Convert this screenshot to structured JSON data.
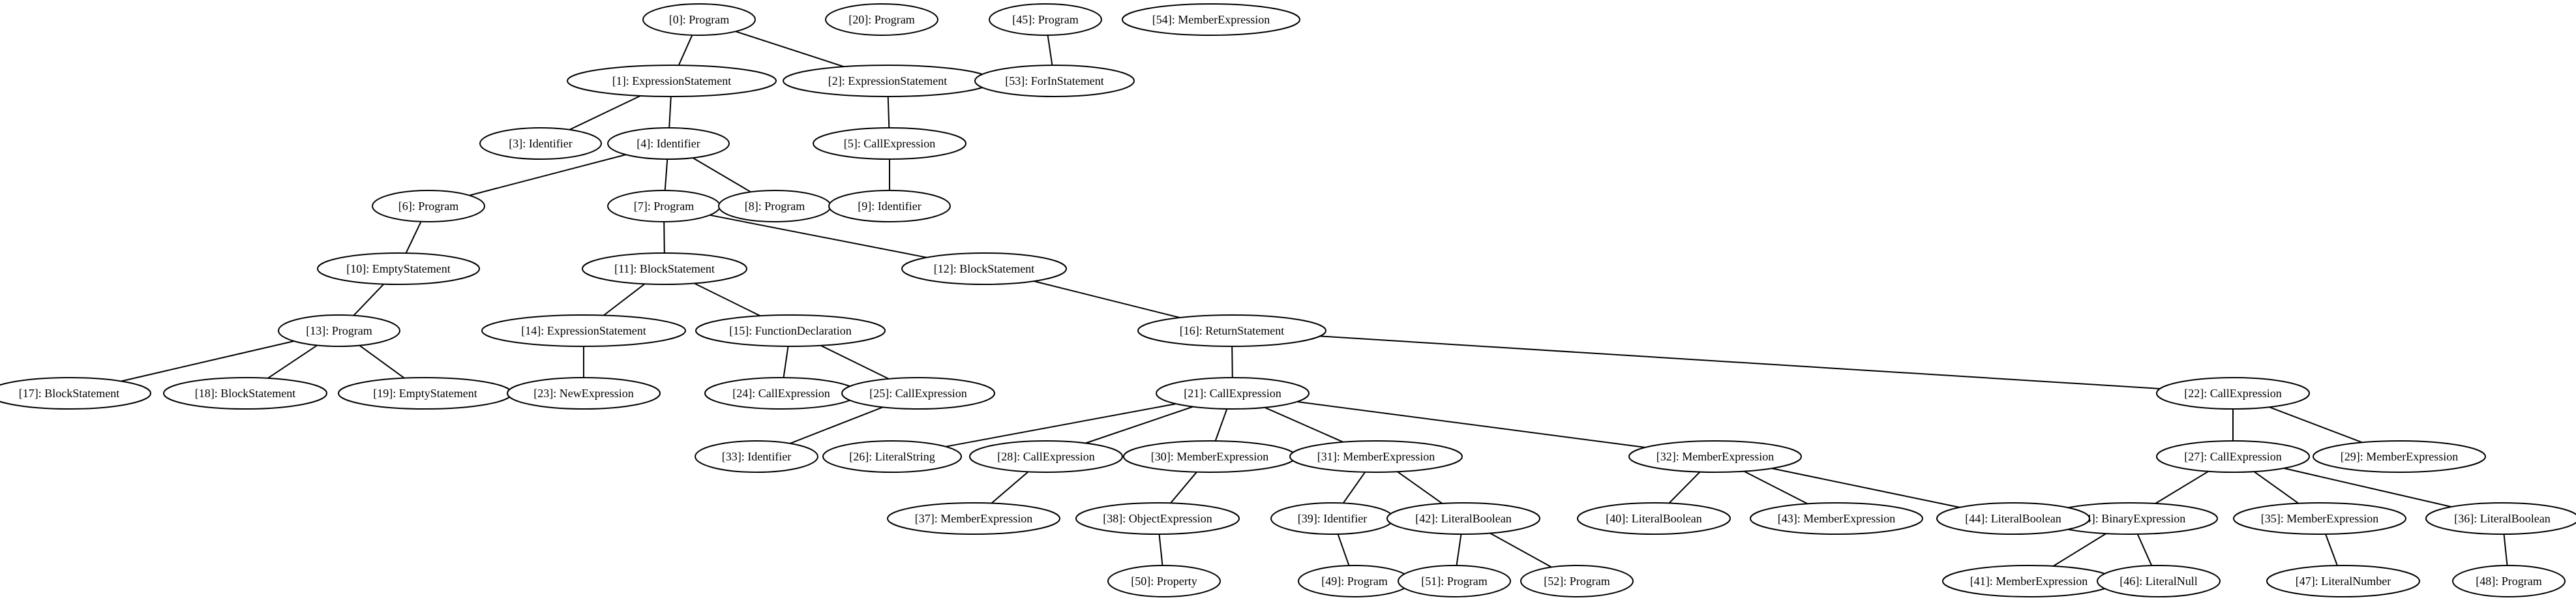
{
  "diagram": {
    "type": "tree",
    "nodes": [
      {
        "id": 0,
        "label": "[0]: Program"
      },
      {
        "id": 1,
        "label": "[1]: ExpressionStatement"
      },
      {
        "id": 2,
        "label": "[2]: ExpressionStatement"
      },
      {
        "id": 3,
        "label": "[3]: Identifier"
      },
      {
        "id": 4,
        "label": "[4]: Identifier"
      },
      {
        "id": 5,
        "label": "[5]: CallExpression"
      },
      {
        "id": 6,
        "label": "[6]: Program"
      },
      {
        "id": 7,
        "label": "[7]: Program"
      },
      {
        "id": 8,
        "label": "[8]: Program"
      },
      {
        "id": 9,
        "label": "[9]: Identifier"
      },
      {
        "id": 10,
        "label": "[10]: EmptyStatement"
      },
      {
        "id": 11,
        "label": "[11]: BlockStatement"
      },
      {
        "id": 12,
        "label": "[12]: BlockStatement"
      },
      {
        "id": 13,
        "label": "[13]: Program"
      },
      {
        "id": 14,
        "label": "[14]: ExpressionStatement"
      },
      {
        "id": 15,
        "label": "[15]: FunctionDeclaration"
      },
      {
        "id": 16,
        "label": "[16]: ReturnStatement"
      },
      {
        "id": 17,
        "label": "[17]: BlockStatement"
      },
      {
        "id": 18,
        "label": "[18]: BlockStatement"
      },
      {
        "id": 19,
        "label": "[19]: EmptyStatement"
      },
      {
        "id": 20,
        "label": "[20]: Program"
      },
      {
        "id": 21,
        "label": "[21]: CallExpression"
      },
      {
        "id": 22,
        "label": "[22]: CallExpression"
      },
      {
        "id": 23,
        "label": "[23]: NewExpression"
      },
      {
        "id": 24,
        "label": "[24]: CallExpression"
      },
      {
        "id": 25,
        "label": "[25]: CallExpression"
      },
      {
        "id": 26,
        "label": "[26]: LiteralString"
      },
      {
        "id": 27,
        "label": "[27]: CallExpression"
      },
      {
        "id": 28,
        "label": "[28]: CallExpression"
      },
      {
        "id": 29,
        "label": "[29]: MemberExpression"
      },
      {
        "id": 30,
        "label": "[30]: MemberExpression"
      },
      {
        "id": 31,
        "label": "[31]: MemberExpression"
      },
      {
        "id": 32,
        "label": "[32]: MemberExpression"
      },
      {
        "id": 33,
        "label": "[33]: Identifier"
      },
      {
        "id": 34,
        "label": "[34]: BinaryExpression"
      },
      {
        "id": 35,
        "label": "[35]: MemberExpression"
      },
      {
        "id": 36,
        "label": "[36]: LiteralBoolean"
      },
      {
        "id": 37,
        "label": "[37]: MemberExpression"
      },
      {
        "id": 38,
        "label": "[38]: ObjectExpression"
      },
      {
        "id": 39,
        "label": "[39]: Identifier"
      },
      {
        "id": 40,
        "label": "[40]: LiteralBoolean"
      },
      {
        "id": 41,
        "label": "[41]: MemberExpression"
      },
      {
        "id": 42,
        "label": "[42]: LiteralBoolean"
      },
      {
        "id": 43,
        "label": "[43]: MemberExpression"
      },
      {
        "id": 44,
        "label": "[44]: LiteralBoolean"
      },
      {
        "id": 45,
        "label": "[45]: Program"
      },
      {
        "id": 46,
        "label": "[46]: LiteralNull"
      },
      {
        "id": 47,
        "label": "[47]: LiteralNumber"
      },
      {
        "id": 48,
        "label": "[48]: Program"
      },
      {
        "id": 49,
        "label": "[49]: Program"
      },
      {
        "id": 50,
        "label": "[50]: Property"
      },
      {
        "id": 51,
        "label": "[51]: Program"
      },
      {
        "id": 52,
        "label": "[52]: Program"
      },
      {
        "id": 53,
        "label": "[53]: ForInStatement"
      },
      {
        "id": 54,
        "label": "[54]: MemberExpression"
      }
    ],
    "edges": [
      [
        0,
        1
      ],
      [
        0,
        2
      ],
      [
        1,
        3
      ],
      [
        1,
        4
      ],
      [
        2,
        5
      ],
      [
        4,
        6
      ],
      [
        4,
        7
      ],
      [
        4,
        8
      ],
      [
        5,
        9
      ],
      [
        6,
        10
      ],
      [
        7,
        11
      ],
      [
        7,
        12
      ],
      [
        10,
        13
      ],
      [
        11,
        14
      ],
      [
        11,
        15
      ],
      [
        12,
        16
      ],
      [
        13,
        17
      ],
      [
        13,
        18
      ],
      [
        13,
        19
      ],
      [
        14,
        23
      ],
      [
        15,
        24
      ],
      [
        15,
        25
      ],
      [
        16,
        21
      ],
      [
        16,
        22
      ],
      [
        25,
        33
      ],
      [
        21,
        26
      ],
      [
        21,
        28
      ],
      [
        21,
        30
      ],
      [
        21,
        31
      ],
      [
        21,
        32
      ],
      [
        22,
        27
      ],
      [
        22,
        29
      ],
      [
        28,
        37
      ],
      [
        30,
        38
      ],
      [
        31,
        39
      ],
      [
        31,
        42
      ],
      [
        32,
        40
      ],
      [
        32,
        43
      ],
      [
        32,
        44
      ],
      [
        27,
        34
      ],
      [
        27,
        35
      ],
      [
        27,
        36
      ],
      [
        38,
        50
      ],
      [
        39,
        49
      ],
      [
        42,
        51
      ],
      [
        42,
        52
      ],
      [
        34,
        41
      ],
      [
        34,
        46
      ],
      [
        35,
        47
      ],
      [
        36,
        48
      ],
      [
        45,
        53
      ]
    ]
  }
}
